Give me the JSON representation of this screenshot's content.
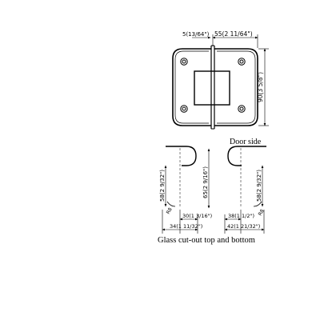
{
  "front_view": {
    "dim_offset": "5(13/64\")",
    "dim_width": "55(2 11/64\")",
    "dim_height": "90(3 5/8\")"
  },
  "cutout": {
    "side_label": "Door side",
    "dim_left_height": "58(2 9/32\")",
    "dim_center_height": "65(2 9/16\")",
    "dim_right_height": "58(2 9/32\")",
    "radius_left": "R8",
    "radius_right": "R8",
    "dim_left_inner": "30(1 3/16\")",
    "dim_left_outer": "34(1 11/32\")",
    "dim_right_inner": "38(1 1/2\")",
    "dim_right_outer": "42(1 21/32\")",
    "caption": "Glass cut-out top and bottom"
  }
}
